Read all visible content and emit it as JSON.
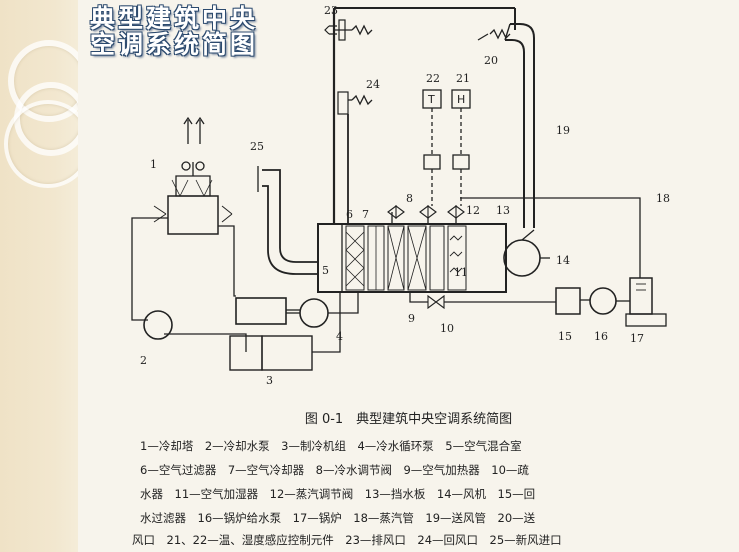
{
  "slide": {
    "title_line1": "典型建筑中央",
    "title_line2": "空调系统简图"
  },
  "figure": {
    "caption": "图 0-1　典型建筑中央空调系统简图",
    "legend_lines": [
      "1—冷却塔　2—冷却水泵　3—制冷机组　4—冷水循环泵　5—空气混合室",
      "6—空气过滤器　7—空气冷却器　8—冷水调节阀　9—空气加热器　10—疏",
      "水器　11—空气加湿器　12—蒸汽调节阀　13—挡水板　14—风机　15—回",
      "水过滤器　16—锅炉给水泵　17—锅炉　18—蒸汽管　19—送风管　20—送",
      "风口　21、22—温、湿度感应控制元件　23—排风口　24—回风口　25—新风进口"
    ]
  },
  "labels": {
    "n1": "1",
    "n2": "2",
    "n3": "3",
    "n4": "4",
    "n5": "5",
    "n6": "6",
    "n7": "7",
    "n8": "8",
    "n9": "9",
    "n10": "10",
    "n11": "11",
    "n12": "12",
    "n13": "13",
    "n14": "14",
    "n15": "15",
    "n16": "16",
    "n17": "17",
    "n18": "18",
    "n19": "19",
    "n20": "20",
    "n21": "21",
    "n22": "22",
    "n23": "23",
    "n24": "24",
    "n25": "25",
    "sensor_t": "T",
    "sensor_h": "H"
  }
}
